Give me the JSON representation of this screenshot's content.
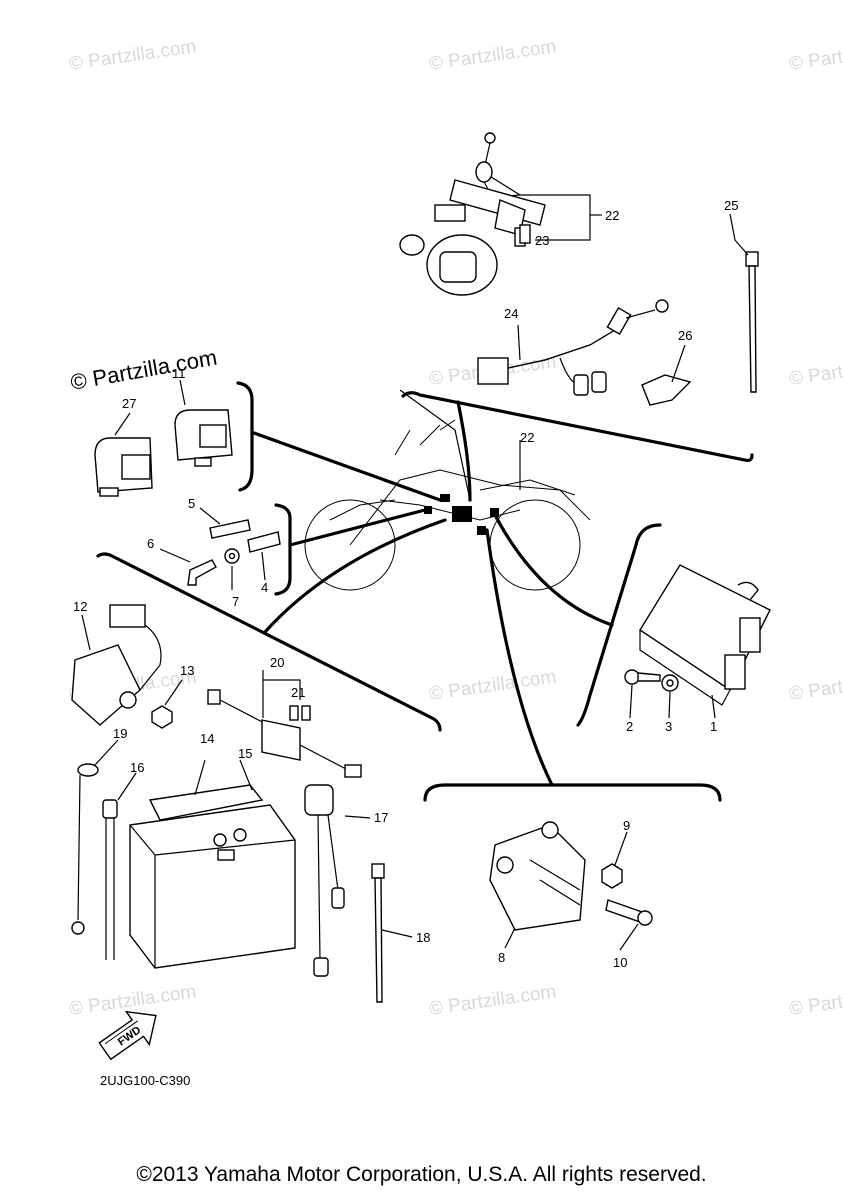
{
  "watermarks": {
    "text": "© Partzilla.com",
    "main": "© Partzilla.com"
  },
  "callouts": {
    "c1": "1",
    "c2": "2",
    "c3": "3",
    "c4": "4",
    "c5": "5",
    "c6": "6",
    "c7": "7",
    "c8": "8",
    "c9": "9",
    "c10": "10",
    "c11": "11",
    "c12": "12",
    "c13": "13",
    "c14": "14",
    "c15": "15",
    "c16": "16",
    "c17": "17",
    "c18": "18",
    "c19": "19",
    "c20": "20",
    "c21": "21",
    "c22a": "22",
    "c22b": "22",
    "c23": "23",
    "c24": "24",
    "c25": "25",
    "c26": "26",
    "c27": "27"
  },
  "fwd_label": "FWD",
  "diagram_ref": "2UJG100-C390",
  "copyright": "©2013 Yamaha Motor Corporation, U.S.A. All rights reserved."
}
